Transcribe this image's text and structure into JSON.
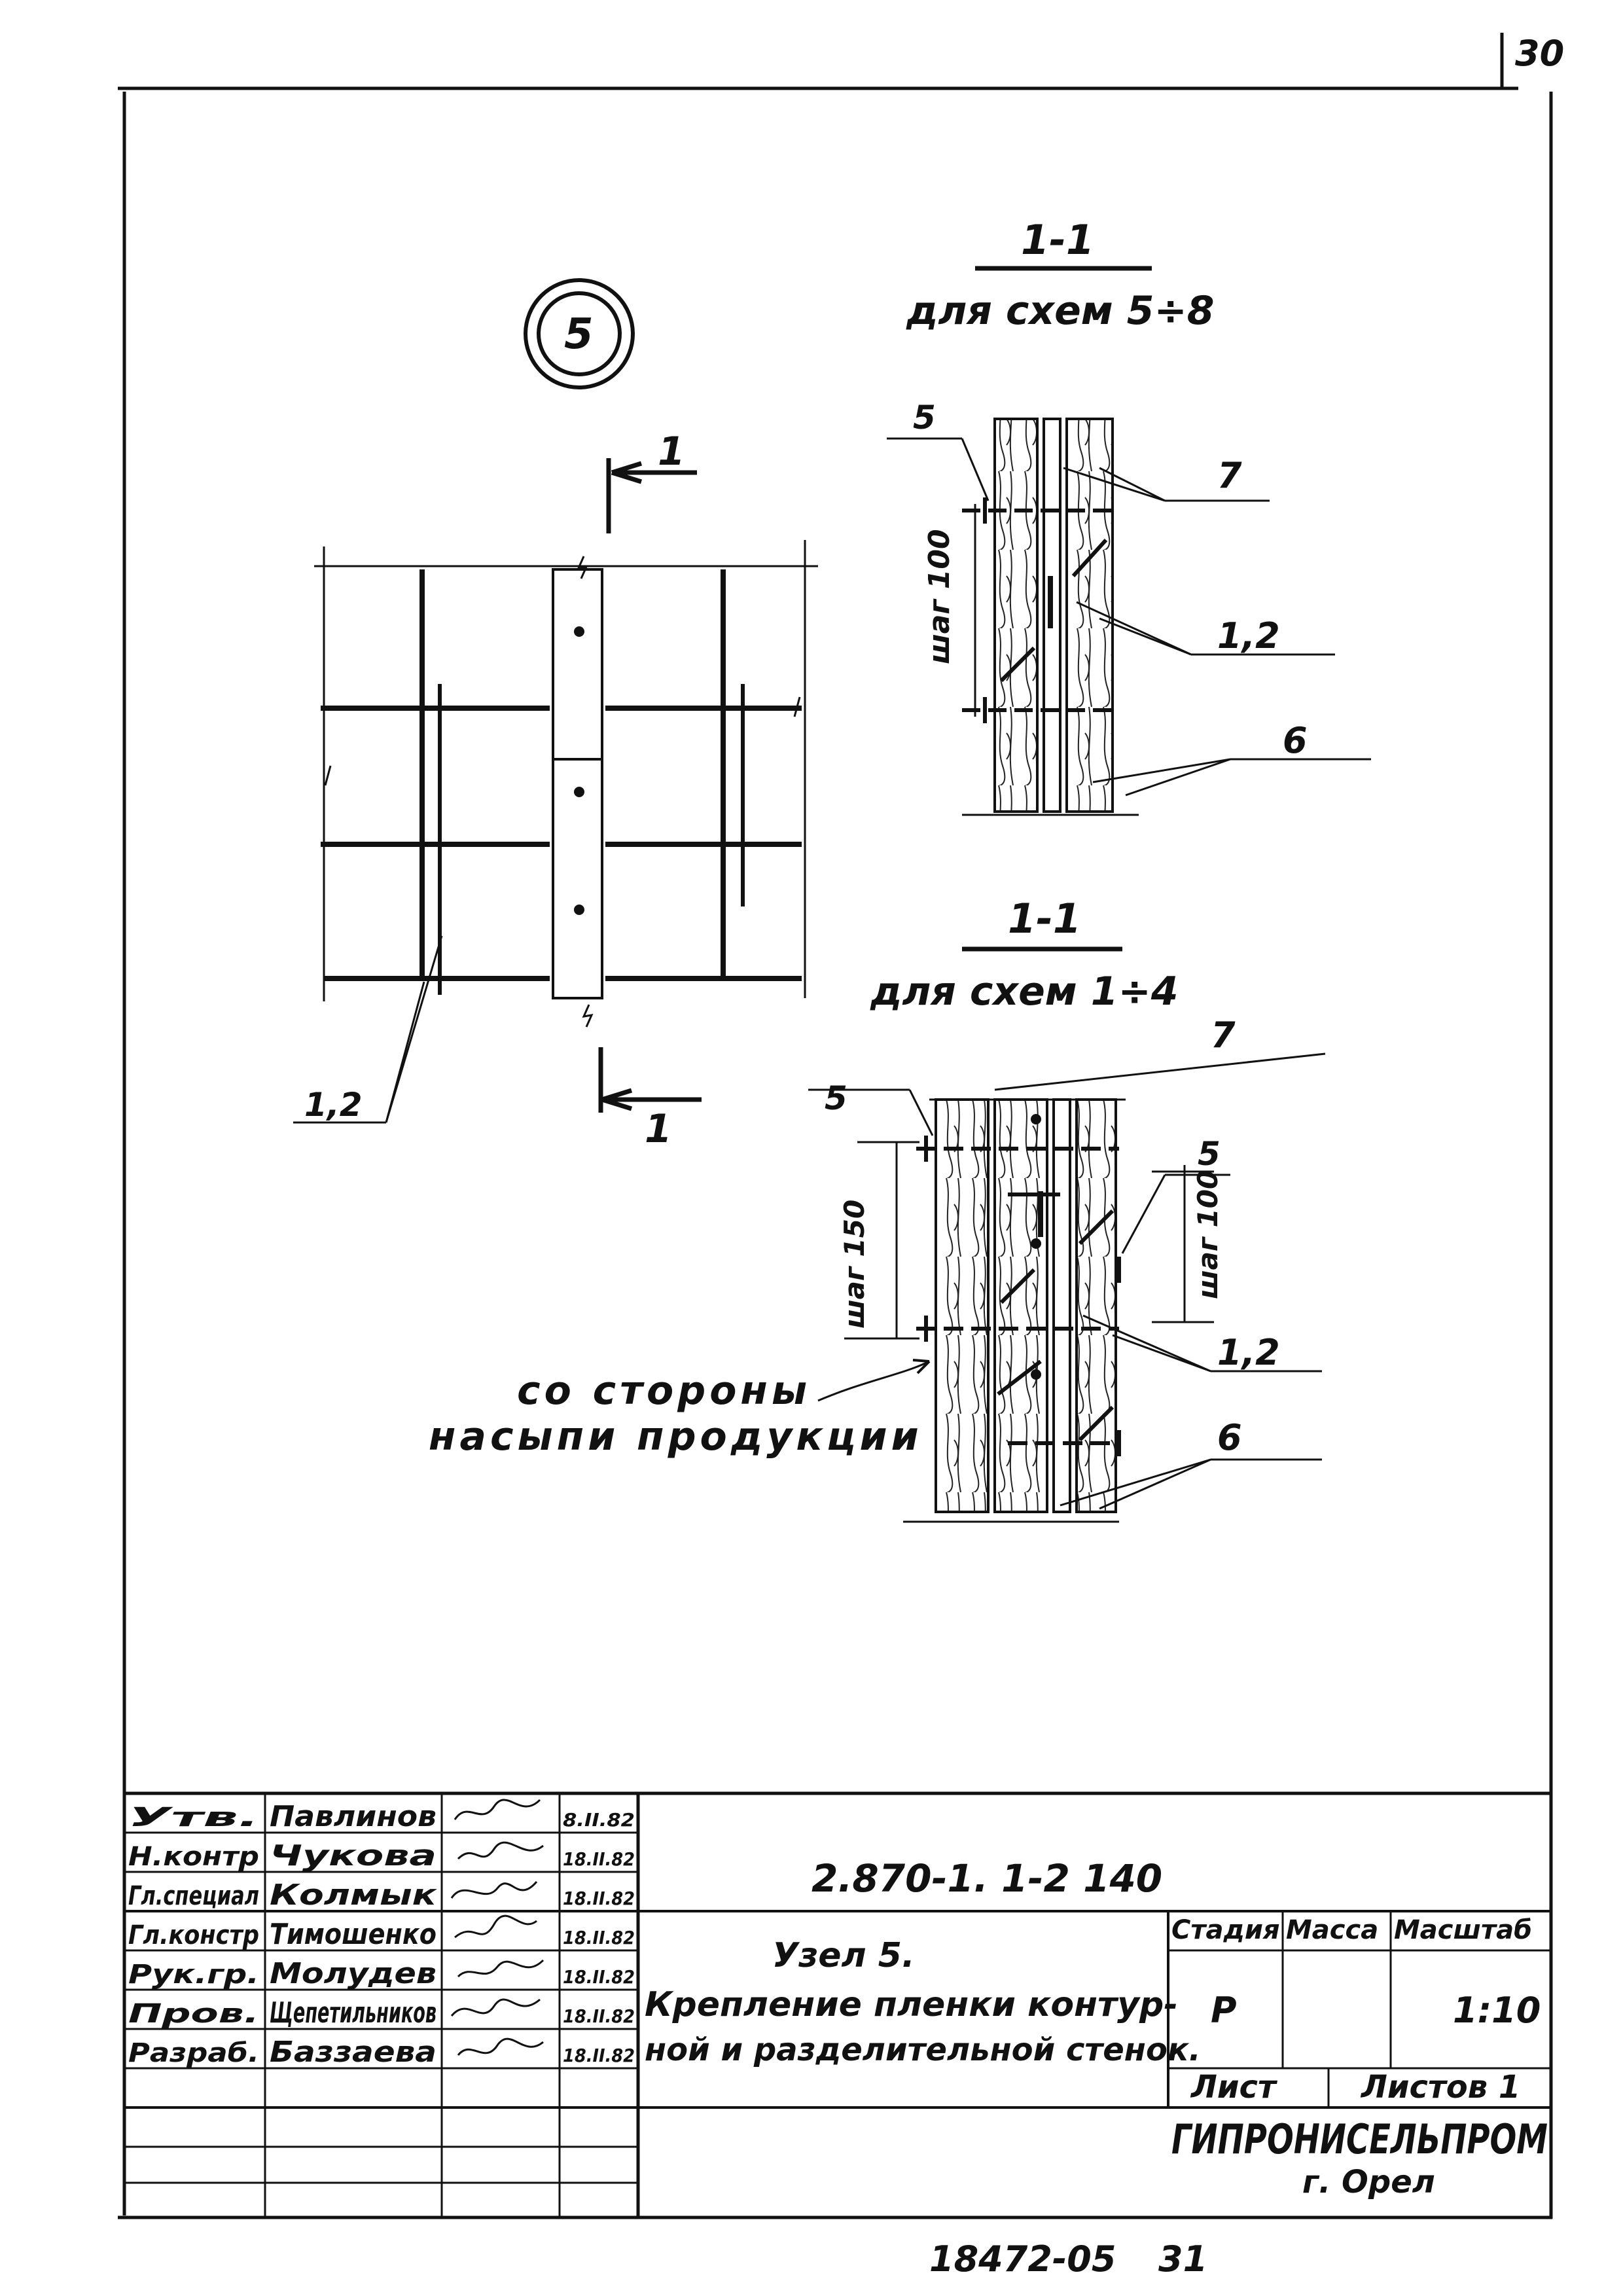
{
  "sheet_corner": "30",
  "node_number": "5",
  "view_mark": "1",
  "view_mark_bottom": "1",
  "left_label_12": "1,2",
  "section_top": {
    "title": "1-1",
    "subtitle": "для схем 5÷8",
    "step_label": "шаг 100",
    "labels": {
      "l5": "5",
      "l7": "7",
      "l12": "1,2",
      "l6": "6"
    }
  },
  "section_bottom": {
    "title": "1-1",
    "subtitle": "для схем 1÷4",
    "step_left": "шаг 150",
    "step_right": "шаг 100",
    "labels": {
      "l5a": "5",
      "l7": "7",
      "l5b": "5",
      "l12": "1,2",
      "l6": "6"
    }
  },
  "note_line1": "со стороны",
  "note_line2": "насыпи продукции",
  "title_block": {
    "rows": [
      {
        "role": "Утв.",
        "name": "Павлинов",
        "date": "8.II.82"
      },
      {
        "role": "Н.контр",
        "name": "Чукова",
        "date": "18.II.82"
      },
      {
        "role": "Гл.специал",
        "name": "Колмык",
        "date": "18.II.82"
      },
      {
        "role": "Гл.констр",
        "name": "Тимошенко",
        "date": "18.II.82"
      },
      {
        "role": "Рук.гр.",
        "name": "Молудев",
        "date": "18.II.82"
      },
      {
        "role": "Пров.",
        "name": "Щепетильников",
        "date": "18.II.82"
      },
      {
        "role": "Разраб.",
        "name": "Баззаева",
        "date": "18.II.82"
      }
    ],
    "doc_code": "2.870-1. 1-2 140",
    "title_line1": "Узел 5.",
    "title_line2": "Крепление пленки контур-",
    "title_line3": "ной и разделительной стенок.",
    "stage_header": "Стадия",
    "mass_header": "Масса",
    "scale_header": "Масштаб",
    "stage": "Р",
    "scale": "1:10",
    "sheet_label": "Лист",
    "sheets_label": "Листов 1",
    "org": "ГИПРОНИСЕЛЬПРОМ",
    "city": "г. Орел"
  },
  "footer_left": "18472-05",
  "footer_right": "31"
}
